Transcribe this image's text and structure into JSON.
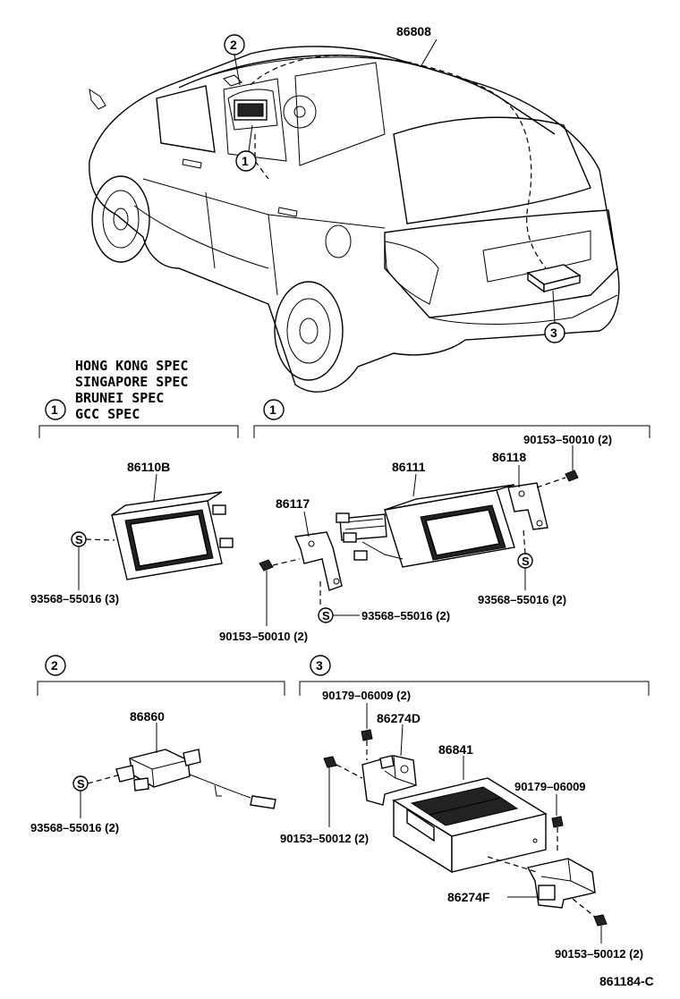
{
  "diagram_code": "861184-C",
  "callouts": {
    "one": "1",
    "two": "2",
    "three": "3"
  },
  "seal_symbol": "S",
  "spec_lines": [
    "HONG KONG SPEC",
    "SINGAPORE SPEC",
    "BRUNEI SPEC",
    "GCC SPEC"
  ],
  "parts": {
    "antenna_cord": "86808",
    "display_b": "86110B",
    "display": "86111",
    "bracket_right": "86118",
    "bracket_left": "86117",
    "gps_antenna": "86860",
    "bracket_d": "86274D",
    "nav_computer": "86841",
    "bracket_f": "86274F"
  },
  "fasteners": {
    "screw_s_3": "93568–55016 (3)",
    "bolt_top": "90153–50010 (2)",
    "screw_s_right": "93568–55016 (2)",
    "screw_s_bottom": "93568–55016 (2)",
    "bolt_left": "90153–50010 (2)",
    "screw_gps": "93568–55016 (2)",
    "nut_top": "90179–06009 (2)",
    "bolt_d": "90153–50012 (2)",
    "nut_right": "90179–06009",
    "bolt_f": "90153–50012 (2)"
  }
}
